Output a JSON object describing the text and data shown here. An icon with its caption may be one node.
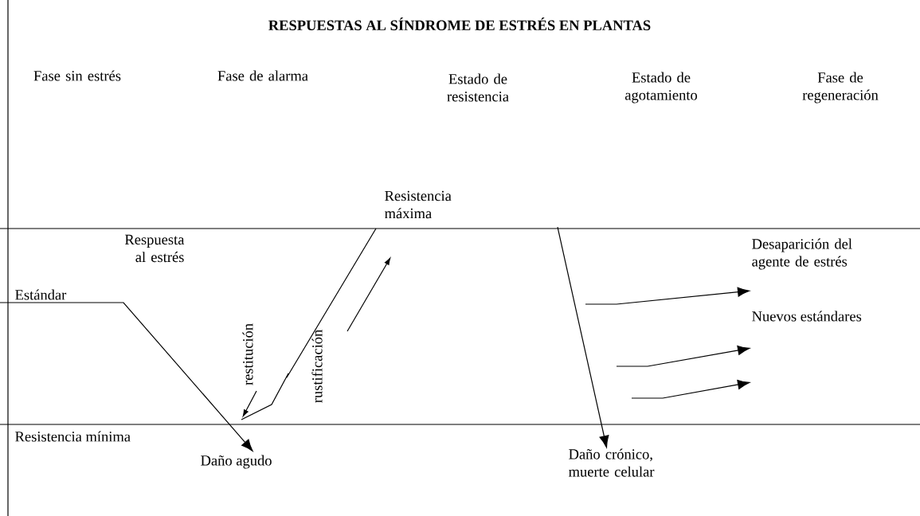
{
  "diagram": {
    "title": "RESPUESTAS AL SÍNDROME DE ESTRÉS EN PLANTAS",
    "nodes": [
      {
        "text": [
          "Daño agudo"
        ]
      },
      {
        "text": [
          "Daño crónico, muerte celular"
        ]
      }
    ],
    "edges": [
      {
        "from": null,
        "to": 0,
        "arrow": "to"
      },
      {
        "from": null,
        "to": 1,
        "arrow": "to"
      }
    ],
    "labels": [
      "Fase sin estrés",
      "Fase de alarma",
      "Estado de resistencia",
      "Estado de agotamiento",
      "Fase de regeneración",
      "Resistencia máxima",
      "Respuesta al estrés",
      "Desaparición del agente de estrés",
      "Estándar",
      "Nuevos estándares",
      "restitución",
      "rustificación",
      "Resistencia mínima"
    ]
  }
}
